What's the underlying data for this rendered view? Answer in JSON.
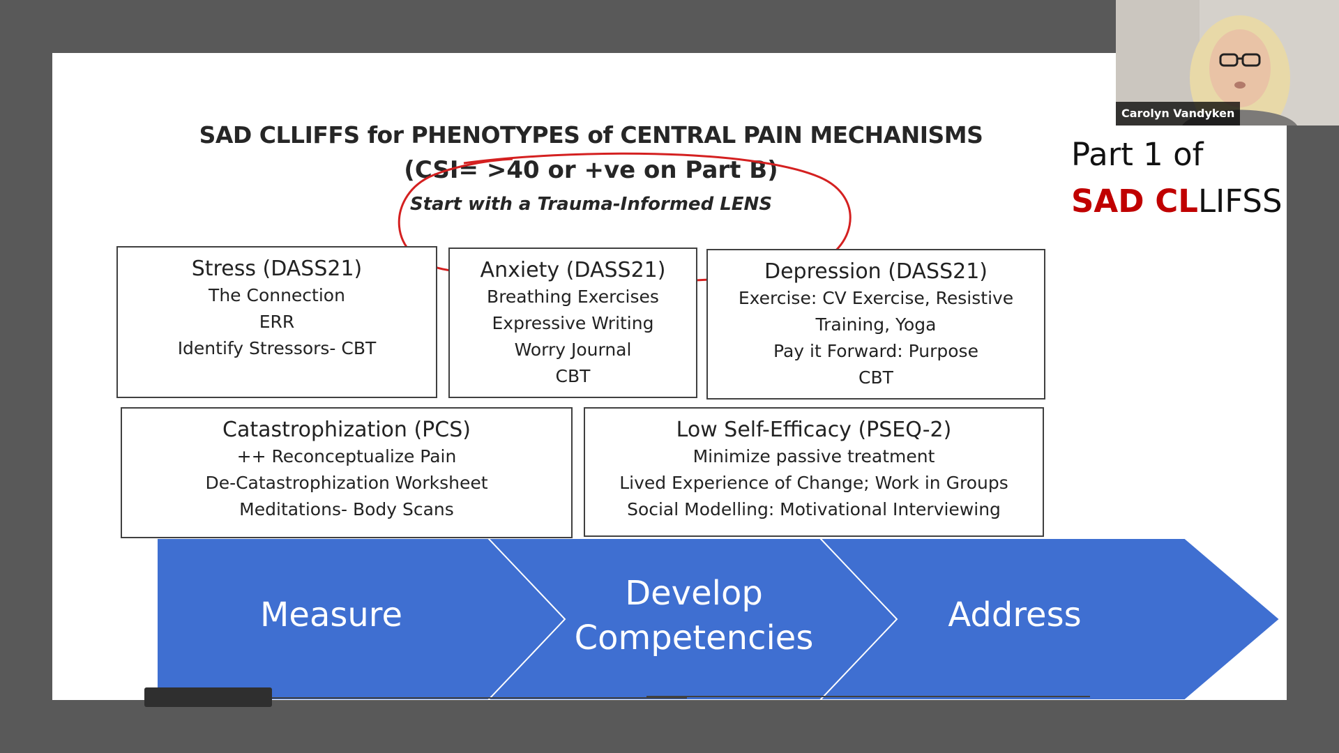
{
  "slide": {
    "title": "SAD CLLIFFS for PHENOTYPES of CENTRAL PAIN MECHANISMS",
    "subtitle": "(CSI= >40 or +ve on Part B)",
    "tagline": "Start with a Trauma-Informed LENS",
    "part_label": {
      "line1": "Part 1 of",
      "red": "SAD CL",
      "rest": "LIFSS"
    },
    "boxes": [
      {
        "title": "Stress (DASS21)",
        "lines": [
          "The Connection",
          "ERR",
          "Identify Stressors- CBT"
        ]
      },
      {
        "title": "Anxiety (DASS21)",
        "lines": [
          "Breathing Exercises",
          "Expressive Writing",
          "Worry Journal",
          "CBT"
        ]
      },
      {
        "title": "Depression (DASS21)",
        "lines": [
          "Exercise: CV Exercise, Resistive",
          "Training, Yoga",
          "Pay it Forward: Purpose",
          "CBT"
        ]
      },
      {
        "title": "Catastrophization (PCS)",
        "lines": [
          "++ Reconceptualize Pain",
          "De-Catastrophization Worksheet",
          "Meditations- Body Scans"
        ]
      },
      {
        "title": "Low Self-Efficacy (PSEQ-2)",
        "lines": [
          "Minimize passive treatment",
          "Lived Experience of Change; Work in Groups",
          "Social Modelling: Motivational Interviewing"
        ]
      }
    ],
    "process": [
      {
        "line1": "Measure",
        "line2": ""
      },
      {
        "line1": "Develop",
        "line2": "Competencies"
      },
      {
        "line1": "Address",
        "line2": ""
      }
    ],
    "colors": {
      "arrow_fill": "#3F6FD1",
      "circle": "#d42020",
      "accent_red": "#c00000"
    }
  },
  "webcam": {
    "participant_name": "Carolyn Vandyken"
  }
}
